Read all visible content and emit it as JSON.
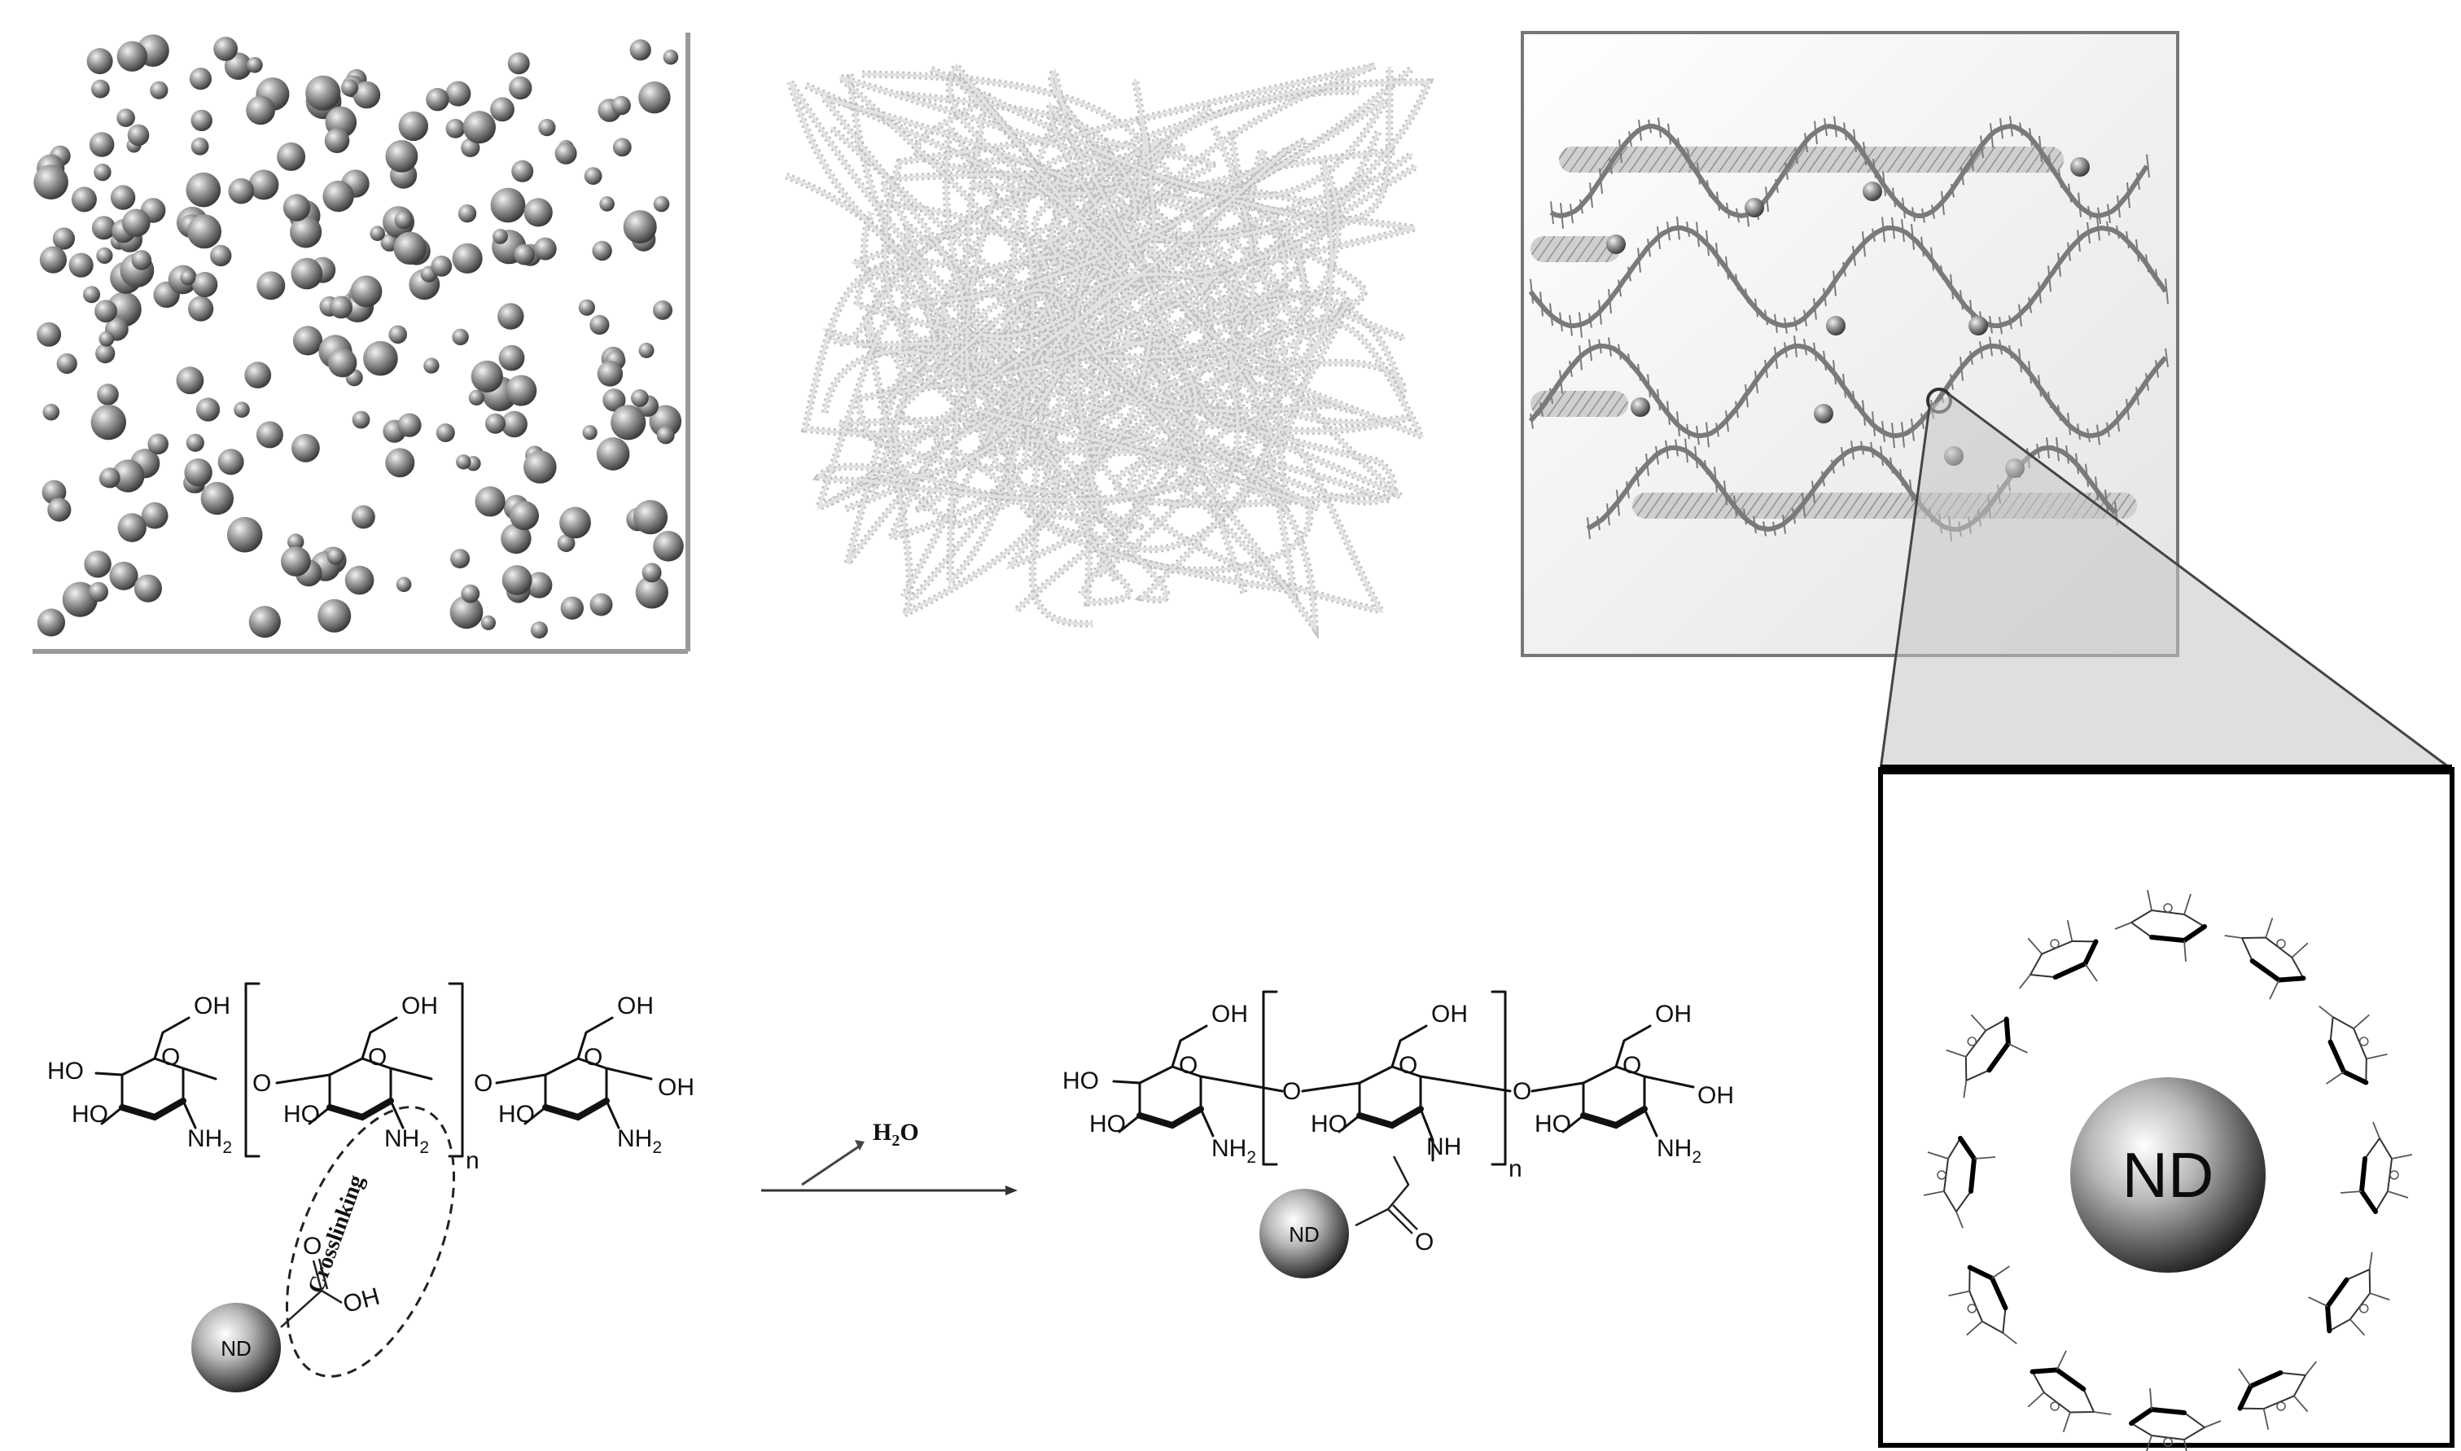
{
  "panels": {
    "particles": {
      "sphere_color": "#8a8a8a"
    },
    "polymer_network": {
      "fiber_color": "#b8b8b8"
    },
    "composite": {
      "chain_color": "#7a7a7a",
      "rod_color": "#c9c9c9"
    },
    "zoom_inset": {
      "nd_label": "ND"
    }
  },
  "reaction": {
    "reactant": {
      "oh_top": "OH",
      "ho": "HO",
      "o": "O",
      "nh2": "NH",
      "sub2": "2",
      "oh_end": "OH",
      "n": "n",
      "crosslink_label": "Crosslinking",
      "carboxyl_o": "O",
      "carboxyl_oh": "OH",
      "nd_label": "ND"
    },
    "arrow_label_h": "H",
    "arrow_label_2": "2",
    "arrow_label_o": "O",
    "product": {
      "oh_top": "OH",
      "ho": "HO",
      "o": "O",
      "nh2": "NH",
      "sub2": "2",
      "nh": "NH",
      "amide_o": "O",
      "oh_end": "OH",
      "n": "n",
      "nd_label": "ND"
    }
  },
  "colors": {
    "ink": "#111111",
    "frame": "#999999",
    "nd_highlight": "#ffffff",
    "nd_shadow": "#202020"
  }
}
